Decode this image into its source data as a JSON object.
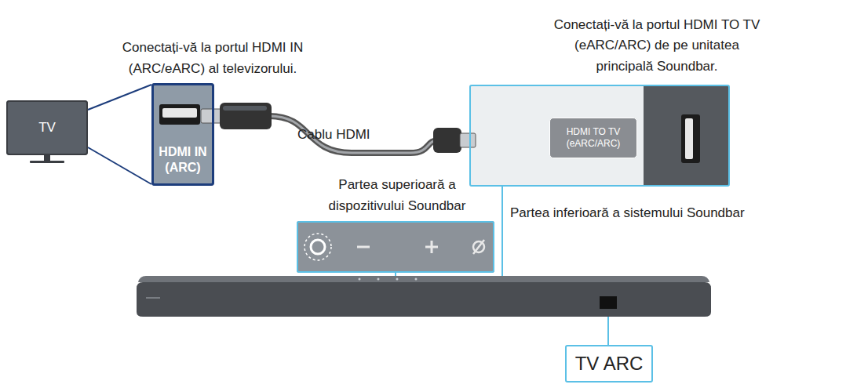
{
  "diagram": {
    "nodes": [
      {
        "text": [
          "TV"
        ]
      },
      {
        "text": [
          "Conectați-vă la portul HDMI IN (ARC/eARC) al televizorului.",
          "HDMI IN (ARC)"
        ]
      },
      {
        "text": [
          "Conectați-vă la portul HDMI TO TV (eARC/ARC) de pe unitatea principală Soundbar."
        ]
      },
      {
        "text": [
          "HDMI TO TV (eARC/ARC)"
        ],
        "in": 2
      },
      {
        "text": [
          "Partea superioară a dispozitivului Soundbar"
        ]
      },
      {
        "text": [
          "TV ARC"
        ]
      }
    ],
    "edges": [
      {
        "from": 1,
        "to": 2,
        "label": "Cablu HDMI",
        "arrow": "none"
      }
    ],
    "labels": [
      "Partea inferioară a sistemului Soundbar"
    ]
  }
}
